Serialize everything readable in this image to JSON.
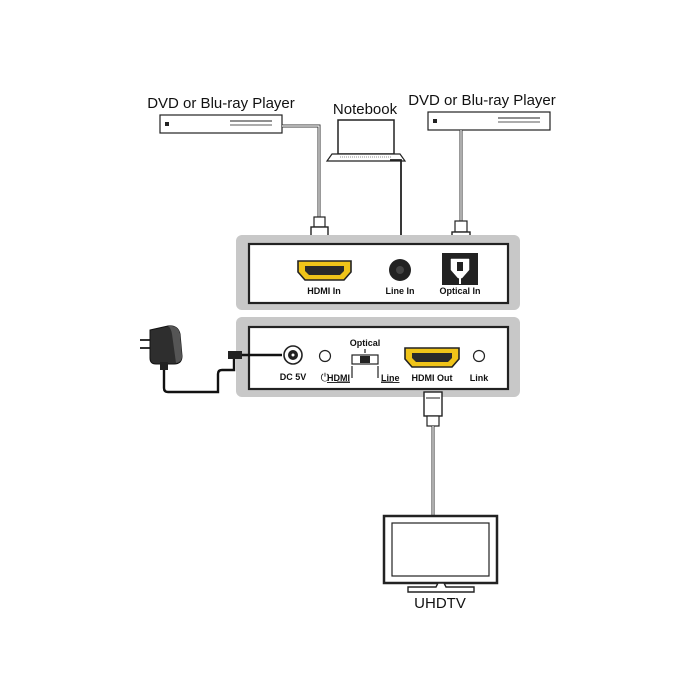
{
  "devices": {
    "source_left": "DVD or Blu-ray Player",
    "source_mid": "Notebook",
    "source_right": "DVD or Blu-ray Player",
    "display": "UHDTV"
  },
  "input_panel": {
    "hdmi_in": "HDMI In",
    "line_in": "Line In",
    "optical_in": "Optical In"
  },
  "output_panel": {
    "dc_5v": "DC 5V",
    "power_symbol": "⏻",
    "switch_top": "Optical",
    "switch_left": "HDMI",
    "switch_right": "Line",
    "hdmi_out": "HDMI Out",
    "link": "Link"
  },
  "colors": {
    "panel_gray": "#c8c8c8",
    "panel_face": "#ffffff",
    "hdmi_gold": "#f0c419",
    "line": "#1a1a1a"
  }
}
